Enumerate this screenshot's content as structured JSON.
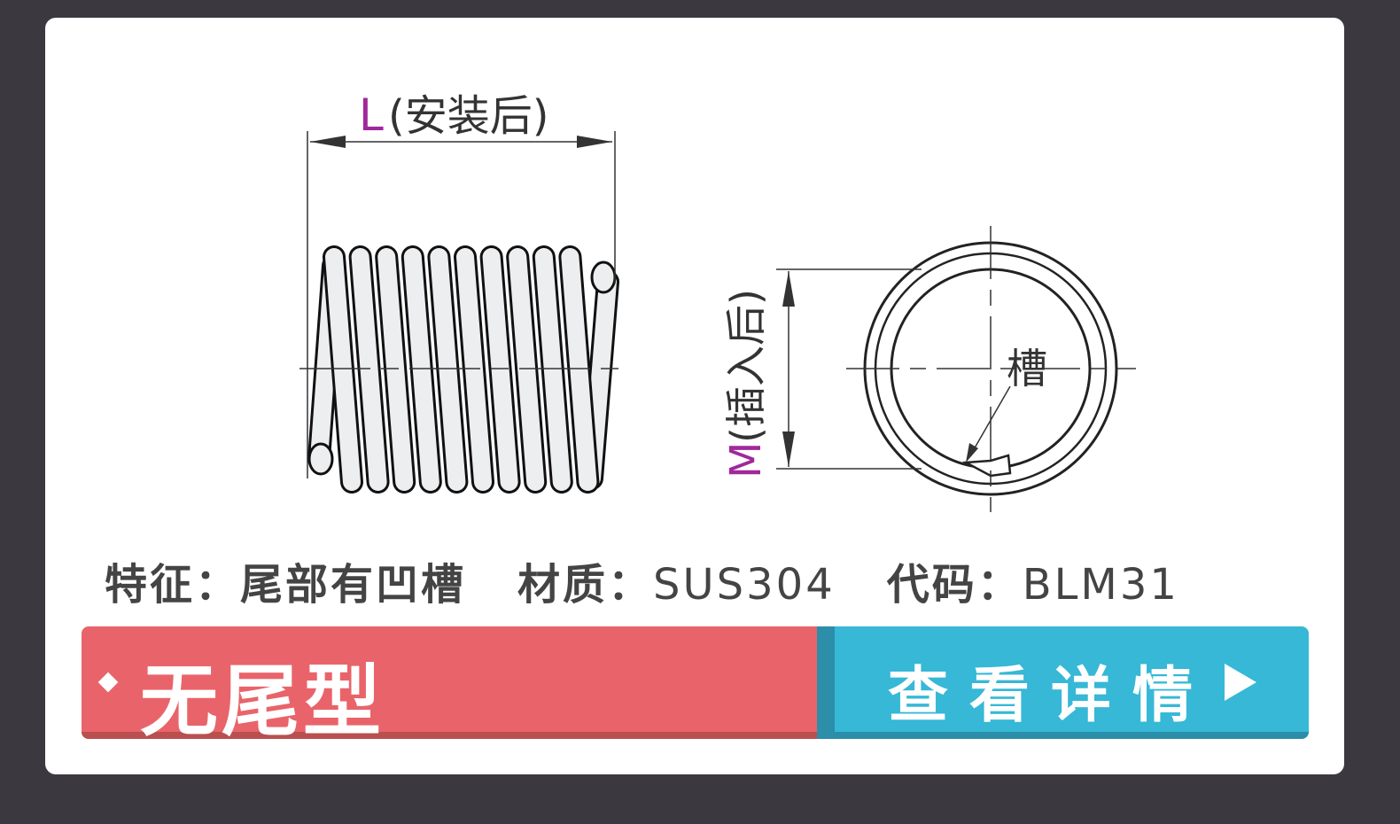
{
  "diagram": {
    "length_label_letter": "L",
    "length_label_text": "(安装后)",
    "diameter_label_letter": "M",
    "diameter_label_text": "(插入后)",
    "groove_label": "槽",
    "accent_color": "#a0289a"
  },
  "features": {
    "feature_label": "特征：",
    "feature_value": "尾部有凹槽",
    "material_label": "材质：",
    "material_value": "SUS304",
    "code_label": "代码：",
    "code_value": "BLM31"
  },
  "banner": {
    "type_label": "无尾型",
    "details_button": "查看详情",
    "red_color": "#e9646a",
    "blue_color": "#36b8d6"
  }
}
